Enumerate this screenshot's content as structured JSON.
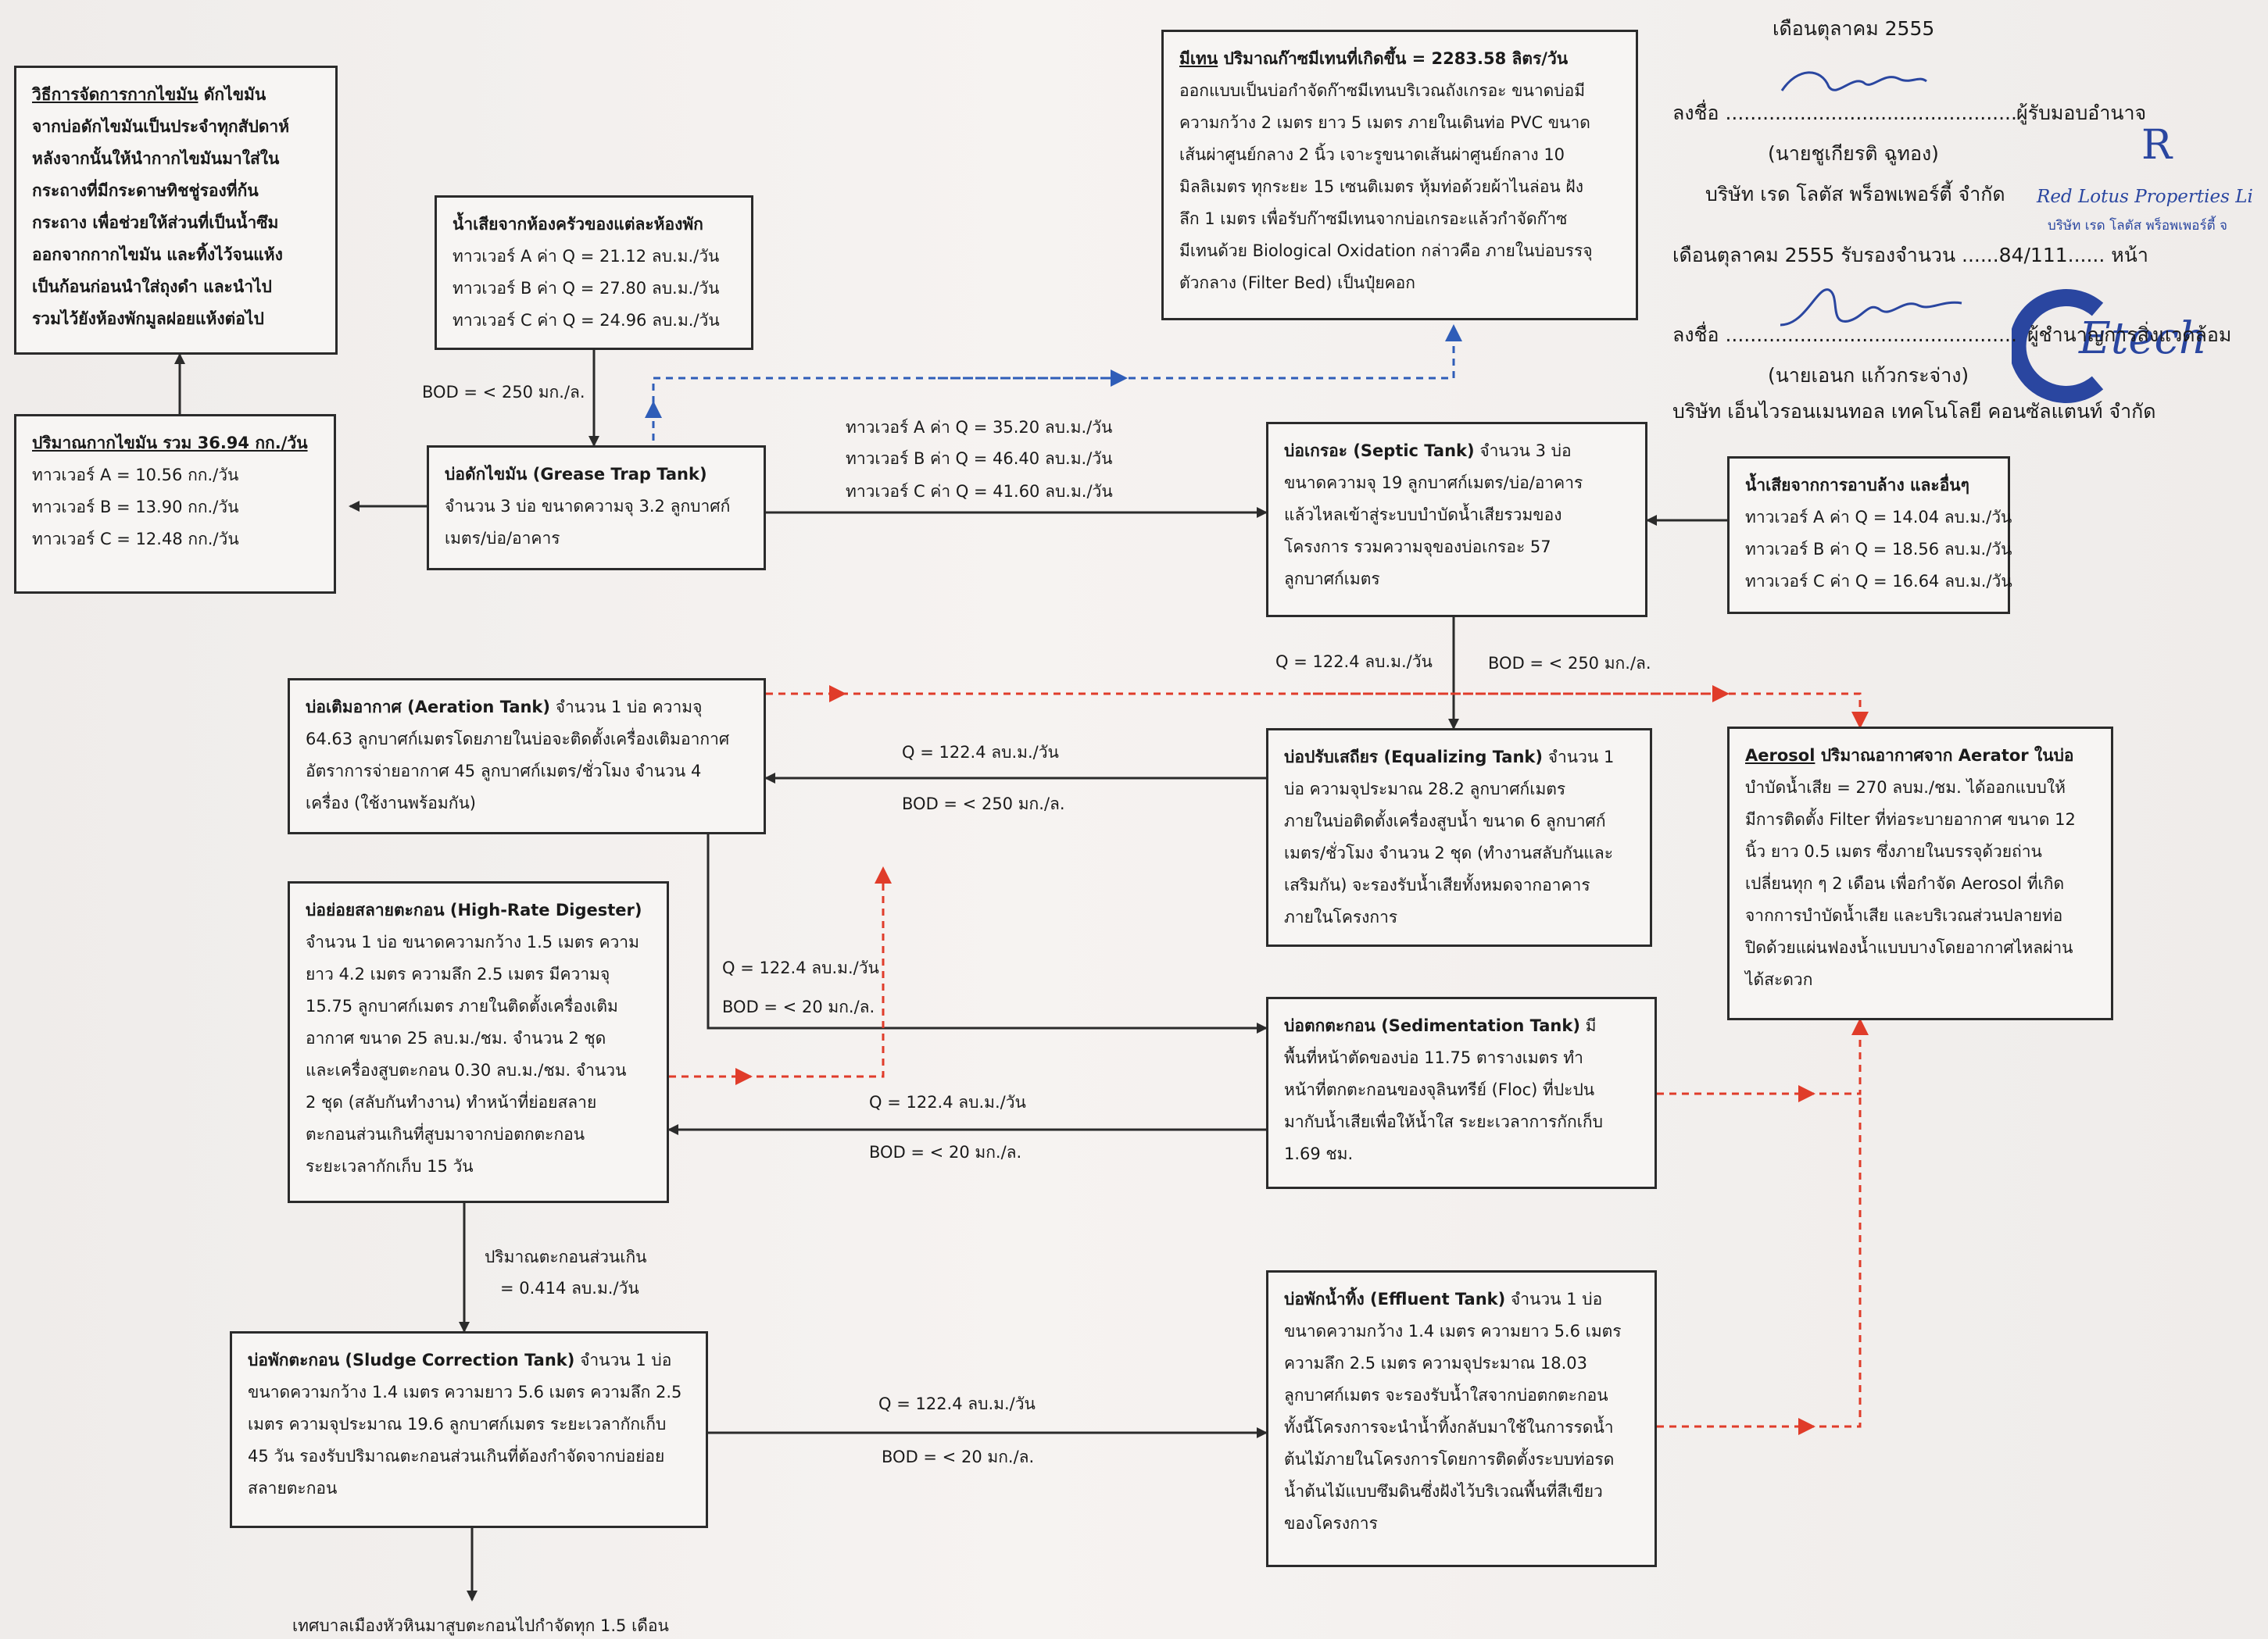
{
  "grease_method": {
    "title": "วิธีการจัดการกากไขมัน",
    "lines": [
      "ดักไขมัน",
      "จากบ่อดักไขมันเป็นประจำทุกสัปดาห์",
      "หลังจากนั้นให้นำกากไขมันมาใส่ใน",
      "กระถางที่มีกระดาษทิชชู่รองที่ก้น",
      "กระถาง เพื่อช่วยให้ส่วนที่เป็นน้ำซึม",
      "ออกจากกากไขมัน และทิ้งไว้จนแห้ง",
      "เป็นก้อนก่อนนำใส่ถุงดำ และนำไป",
      "รวมไว้ยังห้องพักมูลฝอยแห้งต่อไป"
    ]
  },
  "grease_amount": {
    "title": "ปริมาณกากไขมัน รวม 36.94 กก./วัน",
    "lines": [
      "ทาวเวอร์ A = 10.56 กก./วัน",
      "ทาวเวอร์ B = 13.90 กก./วัน",
      "ทาวเวอร์ C = 12.48 กก./วัน"
    ]
  },
  "kitchen": {
    "title": "น้ำเสียจากห้องครัวของแต่ละห้องพัก",
    "lines": [
      "ทาวเวอร์ A ค่า Q = 21.12 ลบ.ม./วัน",
      "ทาวเวอร์ B ค่า Q = 27.80 ลบ.ม./วัน",
      "ทาวเวอร์ C ค่า Q = 24.96 ลบ.ม./วัน"
    ]
  },
  "grease_trap": {
    "title": "บ่อดักไขมัน (Grease Trap Tank)",
    "lines": [
      "จำนวน 3 บ่อ ขนาดความจุ 3.2 ลูกบาศก์",
      "เมตร/บ่อ/อาคาร"
    ]
  },
  "methane": {
    "title_u": "มีเทน",
    "title": "ปริมาณก๊าซมีเทนที่เกิดขึ้น = 2283.58 ลิตร/วัน",
    "lines": [
      "ออกแบบเป็นบ่อกำจัดก๊าซมีเทนบริเวณถังเกรอะ ขนาดบ่อมี",
      "ความกว้าง 2 เมตร ยาว 5 เมตร ภายในเดินท่อ PVC ขนาด",
      "เส้นผ่าศูนย์กลาง 2 นิ้ว เจาะรูขนาดเส้นผ่าศูนย์กลาง 10",
      "มิลลิเมตร ทุกระยะ 15 เซนติเมตร หุ้มท่อด้วยผ้าไนล่อน ฝัง",
      "ลึก 1 เมตร เพื่อรับก๊าซมีเทนจากบ่อเกรอะแล้วกำจัดก๊าซ",
      "มีเทนด้วย Biological Oxidation กล่าวคือ ภายในบ่อบรรจุ",
      "ตัวกลาง (Filter Bed) เป็นปุ๋ยคอก"
    ]
  },
  "septic": {
    "title": "บ่อเกรอะ (Septic Tank)",
    "lines": [
      "จำนวน 3 บ่อ",
      "ขนาดความจุ 19 ลูกบาศก์เมตร/บ่อ/อาคาร",
      "แล้วไหลเข้าสู่ระบบบำบัดน้ำเสียรวมของ",
      "โครงการ รวมความจุของบ่อเกรอะ 57",
      "ลูกบาศก์เมตร"
    ]
  },
  "washing": {
    "title": "น้ำเสียจากการอาบล้าง และอื่นๆ",
    "lines": [
      "ทาวเวอร์ A ค่า Q = 14.04 ลบ.ม./วัน",
      "ทาวเวอร์ B ค่า Q = 18.56 ลบ.ม./วัน",
      "ทาวเวอร์ C ค่า Q = 16.64 ลบ.ม./วัน"
    ]
  },
  "aeration": {
    "title": "บ่อเติมอากาศ (Aeration Tank)",
    "lines": [
      "จำนวน 1 บ่อ ความจุ",
      "64.63 ลูกบาศก์เมตรโดยภายในบ่อจะติดตั้งเครื่องเติมอากาศ",
      "อัตราการจ่ายอากาศ 45 ลูกบาศก์เมตร/ชั่วโมง จำนวน 4",
      "เครื่อง (ใช้งานพร้อมกัน)"
    ]
  },
  "equalizing": {
    "title": "บ่อปรับเสถียร (Equalizing Tank)",
    "lines": [
      "จำนวน 1",
      "บ่อ ความจุประมาณ 28.2 ลูกบาศก์เมตร",
      "ภายในบ่อติดตั้งเครื่องสูบน้ำ ขนาด 6 ลูกบาศก์",
      "เมตร/ชั่วโมง จำนวน 2 ชุด (ทำงานสลับกันและ",
      "เสริมกัน) จะรองรับน้ำเสียทั้งหมดจากอาคาร",
      "ภายในโครงการ"
    ]
  },
  "aerosol": {
    "title_u": "Aerosol",
    "title": "ปริมาณอากาศจาก Aerator ในบ่อ",
    "lines": [
      "บำบัดน้ำเสีย = 270 ลบม./ชม. ได้ออกแบบให้",
      "มีการติดตั้ง Filter ที่ท่อระบายอากาศ ขนาด 12",
      "นิ้ว ยาว 0.5 เมตร ซึ่งภายในบรรจุด้วยถ่าน",
      "เปลี่ยนทุก ๆ 2 เดือน เพื่อกำจัด Aerosol ที่เกิด",
      "จากการบำบัดน้ำเสีย และบริเวณส่วนปลายท่อ",
      "ปิดด้วยแผ่นฟองน้ำแบบบางโดยอากาศไหลผ่าน",
      "ได้สะดวก"
    ]
  },
  "digester": {
    "title": "บ่อย่อยสลายตะกอน (High-Rate Digester)",
    "lines": [
      "จำนวน 1 บ่อ ขนาดความกว้าง 1.5 เมตร ความ",
      "ยาว 4.2 เมตร ความลึก 2.5 เมตร มีความจุ",
      "15.75 ลูกบาศก์เมตร ภายในติดตั้งเครื่องเติม",
      "อากาศ ขนาด 25 ลบ.ม./ชม. จำนวน 2 ชุด",
      "และเครื่องสูบตะกอน 0.30 ลบ.ม./ชม. จำนวน",
      "2 ชุด (สลับกันทำงาน) ทำหน้าที่ย่อยสลาย",
      "ตะกอนส่วนเกินที่สูบมาจากบ่อตกตะกอน",
      "ระยะเวลากักเก็บ 15 วัน"
    ]
  },
  "sedimentation": {
    "title": "บ่อตกตะกอน (Sedimentation Tank)",
    "lines": [
      "มี",
      "พื้นที่หน้าตัดของบ่อ 11.75 ตารางเมตร ทำ",
      "หน้าที่ตกตะกอนของจุลินทรีย์ (Floc) ที่ปะปน",
      "มากับน้ำเสียเพื่อให้น้ำใส ระยะเวลาการกักเก็บ",
      "1.69 ชม."
    ]
  },
  "sludge": {
    "title": "บ่อพักตะกอน (Sludge Correction Tank)",
    "lines": [
      "จำนวน 1 บ่อ",
      "ขนาดความกว้าง 1.4 เมตร ความยาว 5.6 เมตร ความลึก 2.5",
      "เมตร ความจุประมาณ 19.6 ลูกบาศก์เมตร ระยะเวลากักเก็บ",
      "45 วัน รองรับปริมาณตะกอนส่วนเกินที่ต้องกำจัดจากบ่อย่อย",
      "สลายตะกอน"
    ]
  },
  "effluent": {
    "title": "บ่อพักน้ำทิ้ง (Effluent Tank)",
    "lines": [
      "จำนวน 1 บ่อ",
      "ขนาดความกว้าง 1.4 เมตร ความยาว 5.6 เมตร",
      "ความลึก 2.5 เมตร ความจุประมาณ 18.03",
      "ลูกบาศก์เมตร จะรองรับน้ำใสจากบ่อตกตะกอน",
      "ทั้งนี้โครงการจะนำน้ำทิ้งกลับมาใช้ในการรดน้ำ",
      "ต้นไม้ภายในโครงการโดยการติดตั้งระบบท่อรด",
      "น้ำต้นไม้แบบซึมดินซึ่งฝังไว้บริเวณพื้นที่สีเขียว",
      "ของโครงการ"
    ]
  },
  "flow_labels": {
    "bod_250_a": "BOD = < 250 มก./ล.",
    "trap_to_septic": [
      "ทาวเวอร์ A ค่า Q = 35.20 ลบ.ม./วัน",
      "ทาวเวอร์ B ค่า Q = 46.40 ลบ.ม./วัน",
      "ทาวเวอร์ C ค่า Q = 41.60 ลบ.ม./วัน"
    ],
    "septic_q": "Q = 122.4 ลบ.ม./วัน",
    "septic_bod": "BOD = < 250 มก./ล.",
    "eq_q": "Q = 122.4 ลบ.ม./วัน",
    "eq_bod": "BOD = < 250 มก./ล.",
    "aer_q": "Q = 122.4 ลบ.ม./วัน",
    "aer_bod": "BOD = < 20 มก./ล.",
    "sed_q": "Q = 122.4 ลบ.ม./วัน",
    "sed_bod": "BOD = < 20 มก./ล.",
    "excess_1": "ปริมาณตะกอนส่วนเกิน",
    "excess_2": "= 0.414 ลบ.ม./วัน",
    "sludge_q": "Q = 122.4 ลบ.ม./วัน",
    "sludge_bod": "BOD = < 20 มก./ล.",
    "bottom_note": "เทศบาลเมืองหัวหินมาสูบตะกอนไปกำจัดทุก 1.5 เดือน"
  },
  "signature": {
    "month_1": "เดือนตุลาคม 2555",
    "sign_label_1": "ลงชื่อ ...............................................",
    "role_1": "ผู้รับมอบอำนาจ",
    "name_1": "(นายชูเกียรติ ฉูทอง)",
    "company_1": "บริษัท เรด โลตัส พร็อพเพอร์ตี้ จำกัด",
    "certify": "เดือนตุลาคม 2555 รับรองจำนวน ......84/111...... หน้า",
    "sign_label_2": "ลงชื่อ ...............................................",
    "role_2": "ผู้ชำนาญการสิ่งแวดล้อม",
    "name_2": "(นายเอนก แก้วกระจ่าง)",
    "company_2": "บริษัท เอ็นไวรอนเมนทอล เทคโนโลยี คอนซัลแตนท์ จำกัด",
    "stamp_letter": "R",
    "stamp_company": "Red Lotus Properties Li",
    "stamp_sub": "บริษัท เรด โลตัส พร็อพเพอร์ตี้ จ",
    "logo_text": "Etech"
  },
  "colors": {
    "line": "#2b2b2b",
    "solid_arrow": "#2b2b2b",
    "blue_dash": "#2f5db8",
    "red_dash": "#e03c2a",
    "stamp_blue": "#2a46a0"
  }
}
